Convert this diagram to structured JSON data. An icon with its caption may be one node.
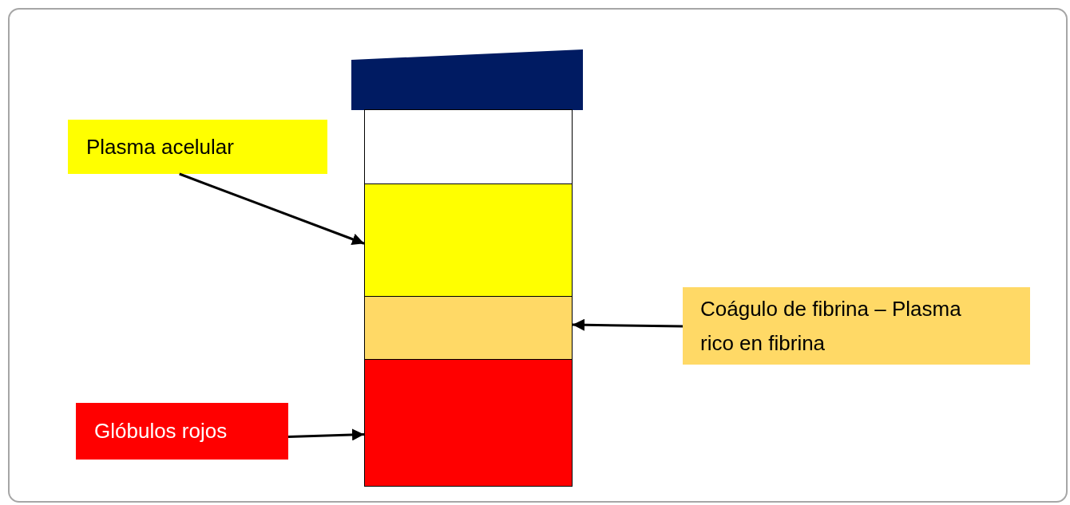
{
  "diagram": {
    "nodes": [
      {
        "text": [
          "Plasma acelular"
        ]
      },
      {
        "text": [],
        "shape": "box"
      },
      {
        "text": [],
        "shape": "box"
      },
      {
        "text": [],
        "shape": "box"
      },
      {
        "text": [],
        "shape": "box"
      },
      {
        "text": [
          "Coágulo de fibrina – Plasma rico en fibrina"
        ]
      },
      {
        "text": [],
        "shape": "box"
      },
      {
        "text": [
          "Glóbulos rojos"
        ]
      }
    ],
    "edges": [
      {
        "from": 0,
        "to": 3,
        "arrow": "to"
      },
      {
        "from": 5,
        "to": 4,
        "arrow": "to"
      },
      {
        "from": 7,
        "to": 6,
        "arrow": "to"
      }
    ]
  }
}
